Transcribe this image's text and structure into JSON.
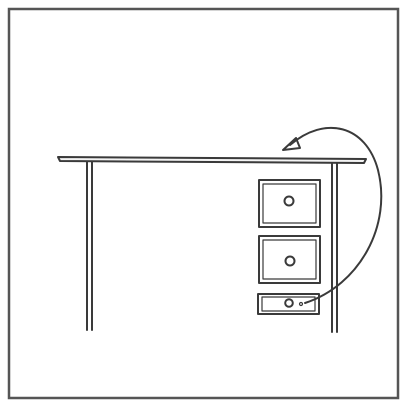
{
  "illustration": {
    "subject": "desk-with-drawers",
    "drawer_count": 3,
    "indicator": "curved-arrow",
    "colors": {
      "background": "#ffffff",
      "ink": "#3a3a3a",
      "frame": "#555555"
    }
  }
}
